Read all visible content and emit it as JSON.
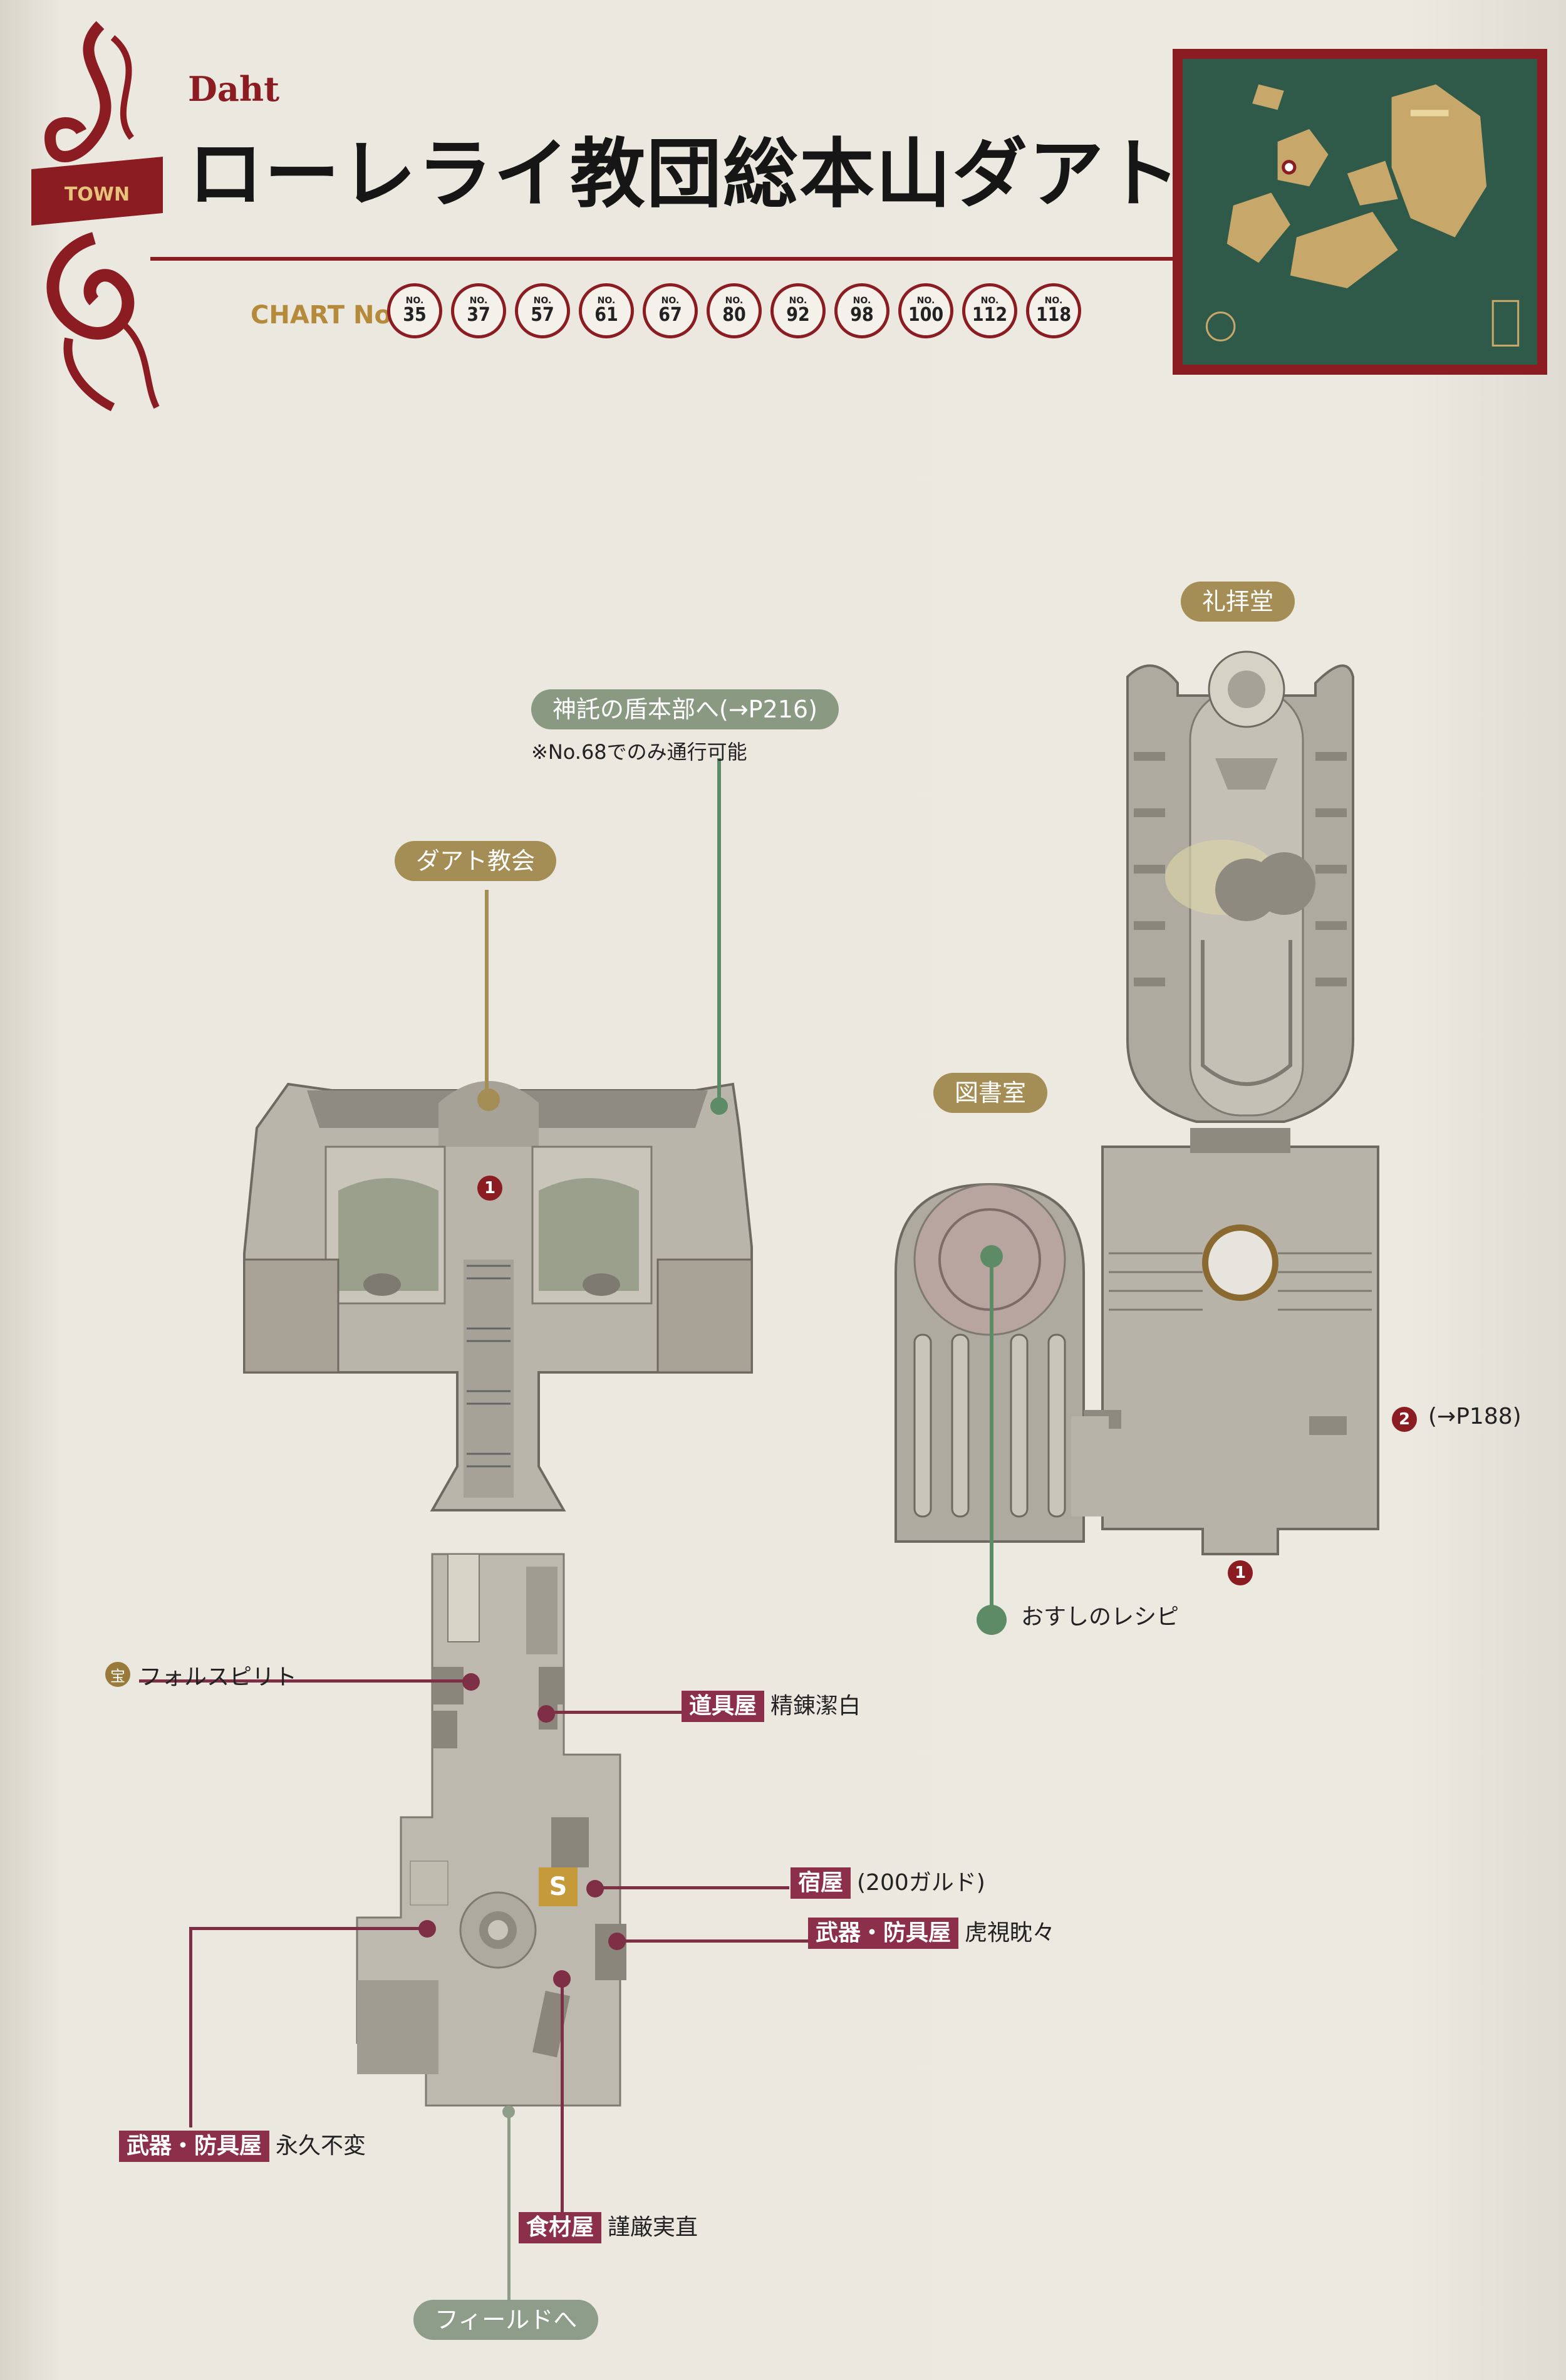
{
  "header": {
    "subtitle": "Daht",
    "title": "ローレライ教団総本山ダアト",
    "category": "TOWN",
    "chart_label": "CHART No.",
    "chart_no_prefix": "NO.",
    "chart_numbers": [
      "35",
      "37",
      "57",
      "61",
      "67",
      "80",
      "92",
      "98",
      "100",
      "112",
      "118"
    ]
  },
  "areas": {
    "church": "ダアト教会",
    "oracle_hq": "神託の盾本部へ(→P216)",
    "oracle_hq_note": "※No.68でのみ通行可能",
    "chapel": "礼拝堂",
    "library": "図書室",
    "exit_ref": "(→P188)",
    "recipe": "おすしのレシピ",
    "field_exit": "フィールドへ"
  },
  "markers": {
    "one": "1",
    "two": "2",
    "treasure": "宝",
    "save": "S"
  },
  "treasure_item": "フォルスピリト",
  "shops": [
    {
      "tag": "道具屋",
      "name": "精錬潔白"
    },
    {
      "tag": "宿屋",
      "name": "(200ガルド)"
    },
    {
      "tag": "武器・防具屋",
      "name": "虎視眈々"
    },
    {
      "tag": "武器・防具屋",
      "name": "永久不変"
    },
    {
      "tag": "食材屋",
      "name": "謹厳実直"
    }
  ],
  "colors": {
    "accent": "#8a1c22",
    "shop_tag": "#8b2f4b",
    "label_gold": "#a58e55",
    "label_green": "#8a9a82",
    "map_stone": "#b9b5aa"
  }
}
